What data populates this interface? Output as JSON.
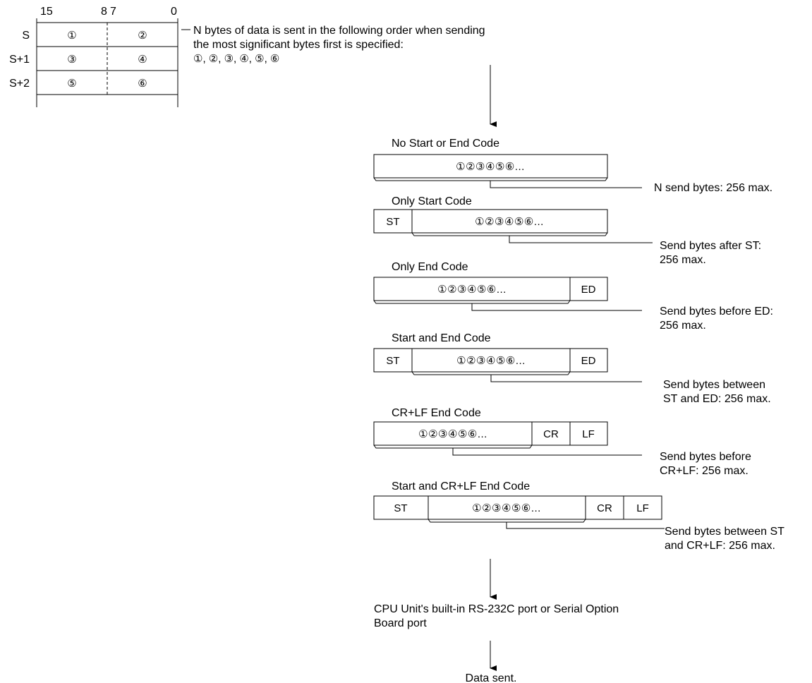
{
  "word_table": {
    "bit_labels": [
      "15",
      "8",
      "7",
      "0"
    ],
    "rows": [
      {
        "label": "S",
        "hi": "①",
        "lo": "②"
      },
      {
        "label": "S+1",
        "hi": "③",
        "lo": "④"
      },
      {
        "label": "S+2",
        "hi": "⑤",
        "lo": "⑥"
      }
    ]
  },
  "order_note": {
    "line1": "N bytes of data is sent in the following order when sending",
    "line2": "the most significant bytes first is specified:",
    "line3": "①, ②, ③, ④, ⑤, ⑥"
  },
  "byte_sequence": "①②③④⑤⑥...",
  "codes": {
    "start": "ST",
    "end": "ED",
    "cr": "CR",
    "lf": "LF"
  },
  "frames": [
    {
      "title": "No Start or End Code",
      "note": [
        "N send bytes: 256 max."
      ]
    },
    {
      "title": "Only Start Code",
      "note": [
        "Send bytes after ST:",
        "256 max."
      ]
    },
    {
      "title": "Only End Code",
      "note": [
        "Send bytes before ED:",
        "256 max."
      ]
    },
    {
      "title": "Start and End Code",
      "note": [
        "Send bytes between",
        "ST and ED: 256 max."
      ]
    },
    {
      "title": "CR+LF End Code",
      "note": [
        "Send bytes before",
        "CR+LF: 256 max."
      ]
    },
    {
      "title": "Start and CR+LF End Code",
      "note": [
        "Send bytes between ST",
        "and CR+LF: 256 max."
      ]
    }
  ],
  "port_text": {
    "line1": "CPU Unit's built-in RS-232C port or Serial Option",
    "line2": "Board port"
  },
  "result_text": "Data sent."
}
